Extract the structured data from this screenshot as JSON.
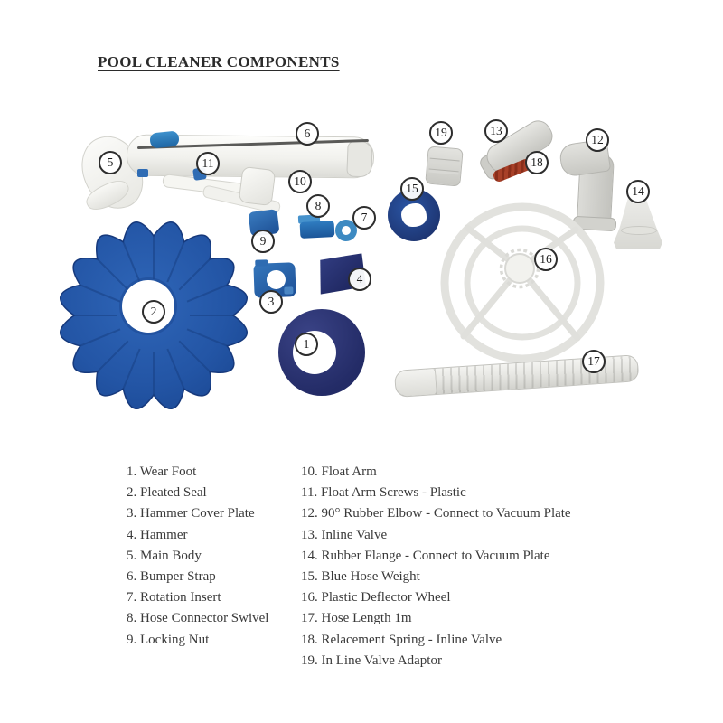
{
  "title": "POOL CLEANER COMPONENTS",
  "diagram": {
    "markers": [
      "1",
      "2",
      "3",
      "4",
      "5",
      "6",
      "7",
      "8",
      "9",
      "10",
      "11",
      "12",
      "13",
      "14",
      "15",
      "16",
      "17",
      "18",
      "19"
    ]
  },
  "legend": {
    "left": [
      "1. Wear Foot",
      "2. Pleated Seal",
      "3. Hammer Cover Plate",
      "4. Hammer",
      "5. Main Body",
      "6. Bumper Strap",
      "7. Rotation Insert",
      "8. Hose Connector Swivel",
      "9. Locking Nut"
    ],
    "right": [
      "10. Float Arm",
      "11. Float Arm Screws - Plastic",
      "12. 90° Rubber Elbow - Connect to Vacuum Plate",
      "13. Inline Valve",
      "14. Rubber Flange - Connect to Vacuum Plate",
      "15. Blue Hose Weight",
      "16. Plastic Deflector Wheel",
      "17. Hose Length 1m",
      "18. Relacement Spring - Inline Valve",
      "19. In Line Valve Adaptor"
    ]
  },
  "colors": {
    "part_blue": "#2a66ac",
    "part_navy": "#272f6c",
    "ring_blue": "#3d8ac2",
    "knob_blue": "#2b7cc0",
    "plastic_gray": "#d6d6d2",
    "spring_red": "#a03a24",
    "strap_dark": "#5a5a58",
    "text": "#3a3a3a"
  }
}
